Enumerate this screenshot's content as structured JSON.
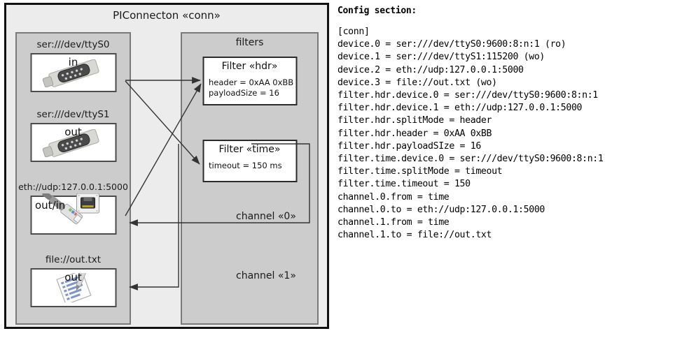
{
  "diagram": {
    "title": "PIConnecton «conn»",
    "devices_panel": {
      "entries": [
        {
          "label": "ser:///dev/ttyS0",
          "direction": "in",
          "icon": "serial-port-icon"
        },
        {
          "label": "ser:///dev/ttyS1",
          "direction": "out",
          "icon": "serial-port-icon"
        },
        {
          "label": "eth://udp:127.0.0.1:5000",
          "direction": "out/in",
          "icon": "ethernet-jack-icon"
        },
        {
          "label": "file://out.txt",
          "direction": "out",
          "icon": "text-file-icon"
        }
      ]
    },
    "filters_panel": {
      "title": "filters",
      "filters": [
        {
          "title": "Filter «hdr»",
          "props": [
            "header = 0xAA 0xBB",
            "payloadSize = 16"
          ]
        },
        {
          "title": "Filter «time»",
          "props": [
            "timeout = 150 ms"
          ]
        }
      ],
      "channels": [
        {
          "label": "channel «0»"
        },
        {
          "label": "channel «1»"
        }
      ]
    }
  },
  "config": {
    "heading": "Config section:",
    "lines": [
      "[conn]",
      "device.0 = ser:///dev/ttyS0:9600:8:n:1 (ro)",
      "device.1 = ser:///dev/ttyS1:115200 (wo)",
      "device.2 = eth://udp:127.0.0.1:5000",
      "device.3 = file://out.txt (wo)",
      "filter.hdr.device.0 = ser:///dev/ttyS0:9600:8:n:1",
      "filter.hdr.device.1 = eth://udp:127.0.0.1:5000",
      "filter.hdr.splitMode = header",
      "filter.hdr.header = 0xAA 0xBB",
      "filter.hdr.payloadSIze = 16",
      "filter.time.device.0 = ser:///dev/ttyS0:9600:8:n:1",
      "filter.time.splitMode = timeout",
      "filter.time.timeout = 150",
      "channel.0.from = time",
      "channel.0.to = eth://udp:127.0.0.1:5000",
      "channel.1.from = time",
      "channel.1.to = file://out.txt"
    ]
  },
  "colors": {
    "outer_background": "#ececec",
    "panel_background": "#cccccc",
    "box_background": "#ffffff",
    "border_dark": "#111111",
    "border_panel": "#7a7a7a",
    "arrow": "#333333"
  }
}
